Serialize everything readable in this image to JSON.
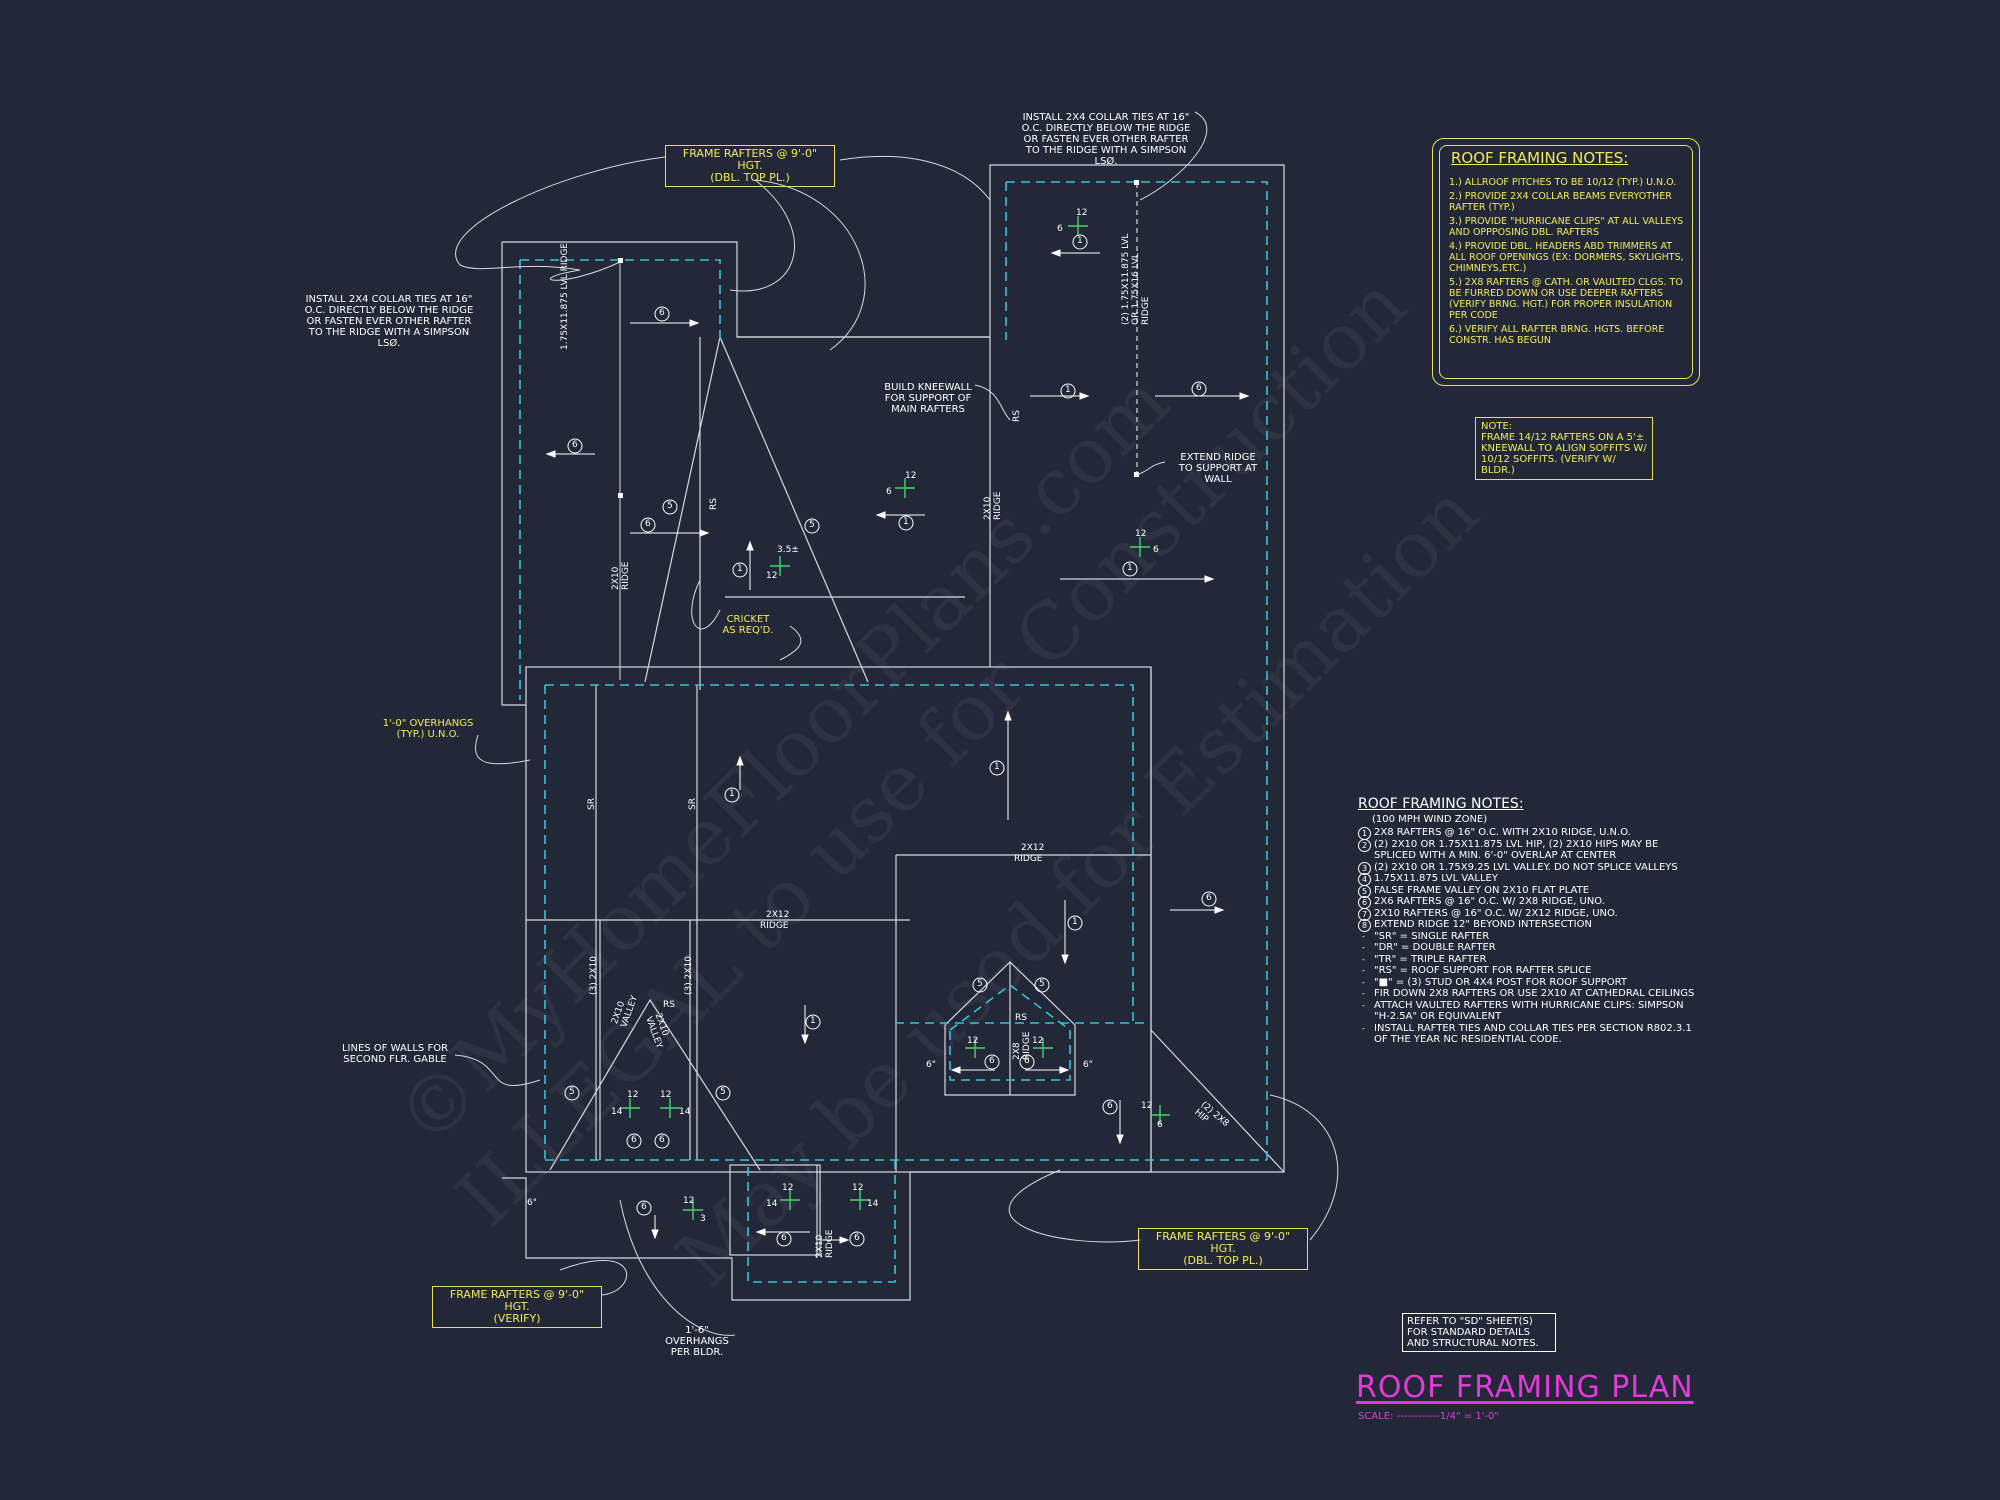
{
  "watermark": {
    "line1": "©MyHomeFloorPlans.com",
    "line2": "ILLEGAL to use for Construction",
    "line3": "May be used for Estimation"
  },
  "callouts": {
    "collar_ties_top": "INSTALL 2x4 COLLAR TIES AT 16\" O.C. DIRECTLY BELOW THE RIDGE OR FASTEN EVER OTHER RAFTER TO THE RIDGE WITH A SIMPSON LSØ.",
    "collar_ties_left": "INSTALL 2x4 COLLAR TIES AT 16\" O.C. DIRECTLY BELOW THE RIDGE OR FASTEN EVER OTHER RAFTER TO THE RIDGE WITH A SIMPSON LSØ.",
    "frame_rafters_top_line1": "FRAME RAFTERS @ 9'-0\" HGT.",
    "frame_rafters_top_line2": "(DBL. TOP PL.)",
    "frame_rafters_right_line1": "FRAME RAFTERS @ 9'-0\" HGT.",
    "frame_rafters_right_line2": "(DBL. TOP PL.)",
    "frame_rafters_left_line1": "FRAME RAFTERS @ 9'-0\" HGT.",
    "frame_rafters_left_line2": "(VERIFY)",
    "build_kneewall": "BUILD KNEEWALL FOR SUPPORT OF MAIN RAFTERS",
    "extend_ridge": "EXTEND RIDGE TO SUPPORT AT WALL",
    "cricket_line1": "CRICKET",
    "cricket_line2": "AS REQ'D.",
    "overhangs_1_0_line1": "1'-0\" OVERHANGS",
    "overhangs_1_0_line2": "(TYP.) U.N.O.",
    "lines_of_walls": "LINES OF WALLS FOR SECOND FLR. GABLE",
    "overhangs_1_6_line1": "1'-6\" OVERHANGS",
    "overhangs_1_6_line2": "PER BLDR."
  },
  "plan_labels": {
    "lvl_ridge_left": "1.75x11.875 LVL RIDGE",
    "lvl_ridge_top_right": "(2) 1.75x11.875 LVL OR 1.75x16 LVL RIDGE",
    "ridge_2x10_left": "2x10 RIDGE",
    "ridge_2x10_center": "2x10 RIDGE",
    "ridge_2x12_right": "2x12",
    "ridge_2x12_right_sub": "RIDGE",
    "ridge_2x12_mid": "2x12",
    "ridge_2x12_mid_sub": "RIDGE",
    "ridge_2x8_bay": "2x8 RIDGE",
    "ridge_2x10_bottom": "2x10 RIDGE",
    "hip_2x8": "(2) 2x8 HIP",
    "valley_left": "(3) 2x10",
    "valley_right": "(3) 2x10",
    "valley_2x10_a": "2x10 VALLEY",
    "valley_2x10_b": "2x10 VALLEY",
    "rs": "RS",
    "sr": "SR",
    "pitch_12": "12",
    "pitch_6": "6",
    "pitch_14": "14",
    "pitch_3": "3",
    "pitch_3_5": "3.5±",
    "six_inch": "6\"",
    "key_1": "1",
    "key_5": "5",
    "key_6": "6"
  },
  "notes_panel": {
    "title": "ROOF FRAMING NOTES:",
    "items": [
      "1.) ALLROOF PITCHES TO BE  10/12 (TYP.) U.N.O.",
      "2.) PROVIDE 2x4 COLLAR BEAMS EVERYOTHER RAFTER (TYP.)",
      "3.) PROVIDE \"HURRICANE CLIPS\" AT ALL VALLEYS AND OPPPOSING DBL. RAFTERS",
      "4.) PROVIDE DBL. HEADERS ABD TRIMMERS AT ALL ROOF OPENINGS (EX: DORMERS, SKYLIGHTS, CHIMNEYS,ETC.)",
      "5.) 2x8 RAFTERS @ CATH. OR VAULTED CLGS. TO BE FURRED DOWN OR USE DEEPER RAFTERS (VERIFY BRNG. HGT.) FOR PROPER INSULATION PER CODE",
      "6.) VERIFY ALL RAFTER BRNG. HGTS. BEFORE CONSTR. HAS BEGUN"
    ]
  },
  "note_box": {
    "title": "NOTE:",
    "text": "FRAME 14/12 RAFTERS ON A 5'± KNEEWALL TO ALIGN SOFFITS W/ 10/12 SOFFITS. (VERIFY W/ BLDR.)"
  },
  "legend": {
    "title": "ROOF FRAMING NOTES:",
    "subtitle": "(100 MPH WIND ZONE)",
    "items": [
      {
        "key": "1",
        "text": "2x8 RAFTERS @ 16\" O.C. WITH 2x10 RIDGE, U.N.O."
      },
      {
        "key": "2",
        "text": "(2) 2x10 OR 1.75x11.875 LVL HIP, (2) 2x10 HIPS MAY BE SPLICED WITH A MIN. 6'-0\" OVERLAP AT CENTER"
      },
      {
        "key": "3",
        "text": "(2) 2x10 OR 1.75x9.25 LVL VALLEY. DO NOT SPLICE VALLEYS"
      },
      {
        "key": "4",
        "text": "1.75x11.875 LVL VALLEY"
      },
      {
        "key": "5",
        "text": "FALSE FRAME VALLEY ON 2x10 FLAT PLATE"
      },
      {
        "key": "6",
        "text": "2x6 RAFTERS @ 16\" O.C. W/ 2x8 RIDGE, UNO."
      },
      {
        "key": "7",
        "text": "2x10 RAFTERS @ 16\" O.C. W/ 2x12 RIDGE, UNO."
      },
      {
        "key": "8",
        "text": "EXTEND RIDGE 12\" BEYOND INTERSECTION"
      },
      {
        "key": "-",
        "text": "\"SR\" = SINGLE RAFTER"
      },
      {
        "key": "-",
        "text": "\"DR\" = DOUBLE RAFTER"
      },
      {
        "key": "-",
        "text": "\"TR\" = TRIPLE RAFTER"
      },
      {
        "key": "-",
        "text": "\"RS\" = ROOF SUPPORT FOR RAFTER SPLICE"
      },
      {
        "key": "-",
        "text": "\"■\" = (3) STUD OR 4x4 POST FOR ROOF SUPPORT"
      },
      {
        "key": "-",
        "text": "FIR DOWN 2x8 RAFTERS OR USE 2x10 AT CATHEDRAL CEILINGS"
      },
      {
        "key": "-",
        "text": "ATTACH VAULTED RAFTERS WITH HURRICANE CLIPS: SIMPSON \"H-2.5A\" OR EQUIVALENT"
      },
      {
        "key": "-",
        "text": "INSTALL RAFTER TIES AND COLLAR TIES PER SECTION R802.3.1 OF THE YEAR NC RESIDENTIAL CODE."
      }
    ]
  },
  "refer": "REFER TO \"SD\" SHEET(S) FOR STANDARD DETAILS AND STRUCTURAL NOTES.",
  "title": "ROOF FRAMING PLAN",
  "scale": "SCALE: ------------1/4\" = 1'-0\"",
  "colors": {
    "background": "#232838",
    "linework": "#d6d9e0",
    "dashed": "#36c3d6",
    "notes": "#f2ea57",
    "title": "#e23ad6",
    "pitch": "#46d36b"
  }
}
